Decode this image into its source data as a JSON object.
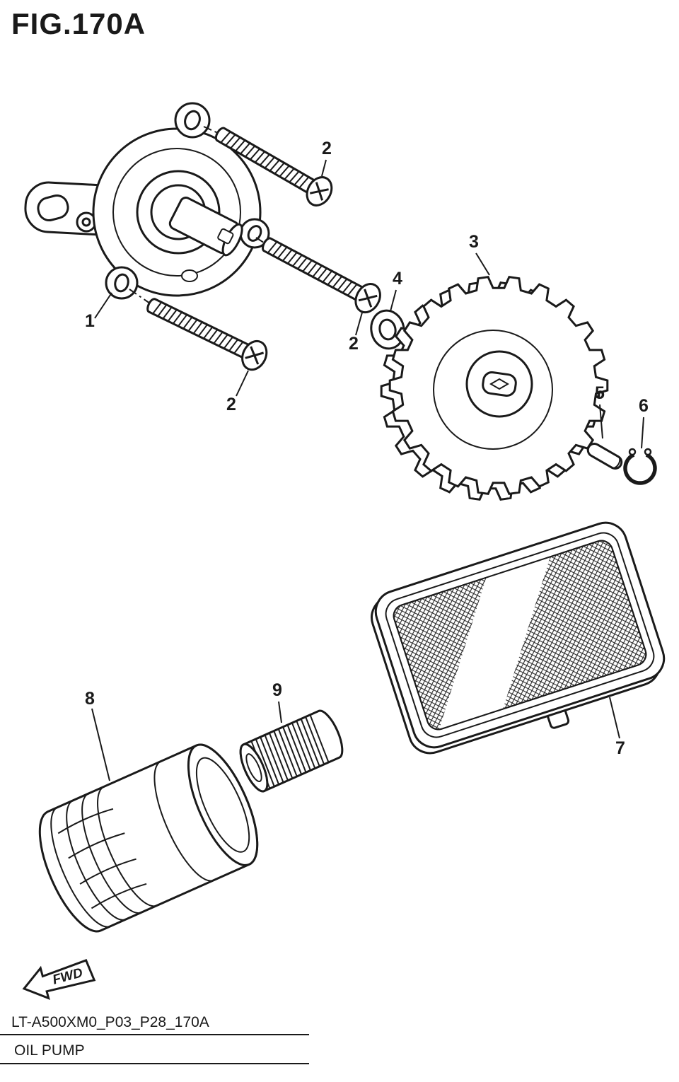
{
  "figure": {
    "title": "FIG.170A",
    "footer_code": "LT-A500XM0_P03_P28_170A",
    "footer_title": "OIL PUMP",
    "fwd_label": "FWD"
  },
  "callouts": {
    "c1": "1",
    "c2a": "2",
    "c2b": "2",
    "c2c": "2",
    "c3": "3",
    "c4": "4",
    "c5": "5",
    "c6": "6",
    "c7": "7",
    "c8": "8",
    "c9": "9"
  },
  "colors": {
    "line": "#1a1a1a",
    "background": "#ffffff"
  }
}
